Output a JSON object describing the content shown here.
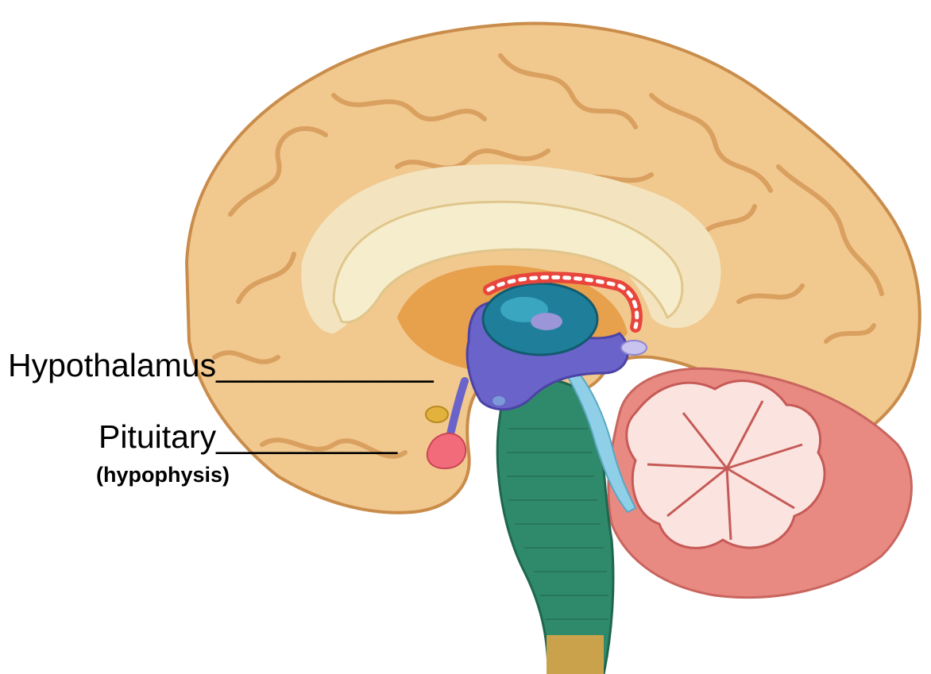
{
  "labels": {
    "hypothalamus": "Hypothalamus____________",
    "pituitary": "Pituitary__________",
    "hypophysis": "(hypophysis)"
  },
  "colors": {
    "cortex": "#f1c88e",
    "cortex_shadow": "#c98c4a",
    "white_matter": "#f3e4bf",
    "corpus_callosum": "#f6edcd",
    "hypothalamus": "#6a63c9",
    "thalamus": "#1f7f9a",
    "pituitary": "#f26b7a",
    "mammillary": "#e3b23c",
    "brainstem": "#2f8a6b",
    "cerebellum": "#e98a82",
    "arbor_vitae": "#fbe4e0",
    "ventricle_edge": "#e8453c",
    "spinal": "#c9a24b"
  }
}
